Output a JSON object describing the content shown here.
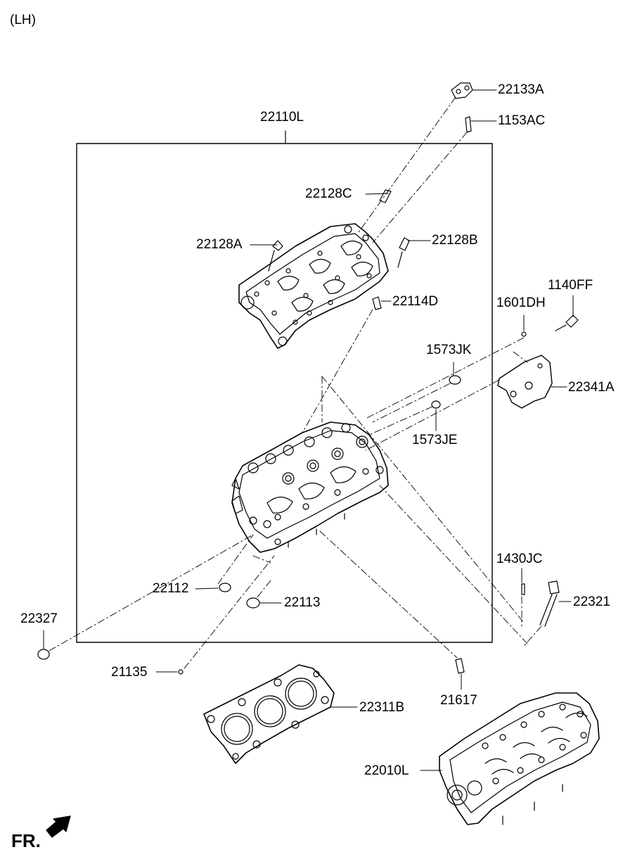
{
  "side_label": "(LH)",
  "front_label": "FR.",
  "parts": {
    "p22133A": "22133A",
    "p1153AC": "1153AC",
    "p22110L": "22110L",
    "p22128C": "22128C",
    "p22128A": "22128A",
    "p22128B": "22128B",
    "p22114D": "22114D",
    "p1601DH": "1601DH",
    "p1140FF": "1140FF",
    "p1573JK": "1573JK",
    "p22341A": "22341A",
    "p1573JE": "1573JE",
    "p1430JC": "1430JC",
    "p22112": "22112",
    "p22113": "22113",
    "p22321": "22321",
    "p22327": "22327",
    "p21135": "21135",
    "p21617": "21617",
    "p22311B": "22311B",
    "p22010L": "22010L"
  }
}
